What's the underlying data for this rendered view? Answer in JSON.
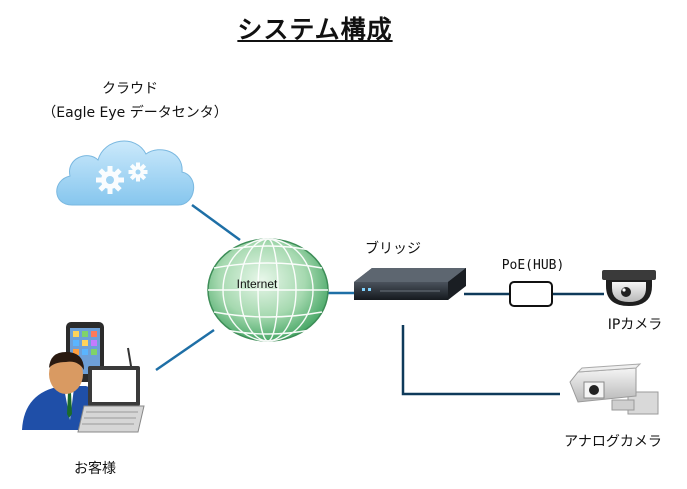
{
  "title": "システム構成",
  "cloud": {
    "label": "クラウド",
    "sublabel": "（Eagle Eye データセンタ）",
    "icon": "cloud-gear-icon",
    "color": "#a9d8f5"
  },
  "internet": {
    "label": "Internet",
    "icon": "globe-icon",
    "color": "#4aa868"
  },
  "bridge": {
    "label": "ブリッジ",
    "icon": "network-appliance-icon"
  },
  "poe_hub": {
    "label": "PoE(HUB)"
  },
  "ip_camera": {
    "label": "IPカメラ",
    "icon": "dome-camera-icon"
  },
  "analog_camera": {
    "label": "アナログカメラ",
    "icon": "bullet-camera-icon"
  },
  "customer": {
    "label": "お客様",
    "icon": "user-with-laptop-icon"
  },
  "colors": {
    "link_blue": "#1e6fa6",
    "link_dark": "#0f3a5a"
  }
}
